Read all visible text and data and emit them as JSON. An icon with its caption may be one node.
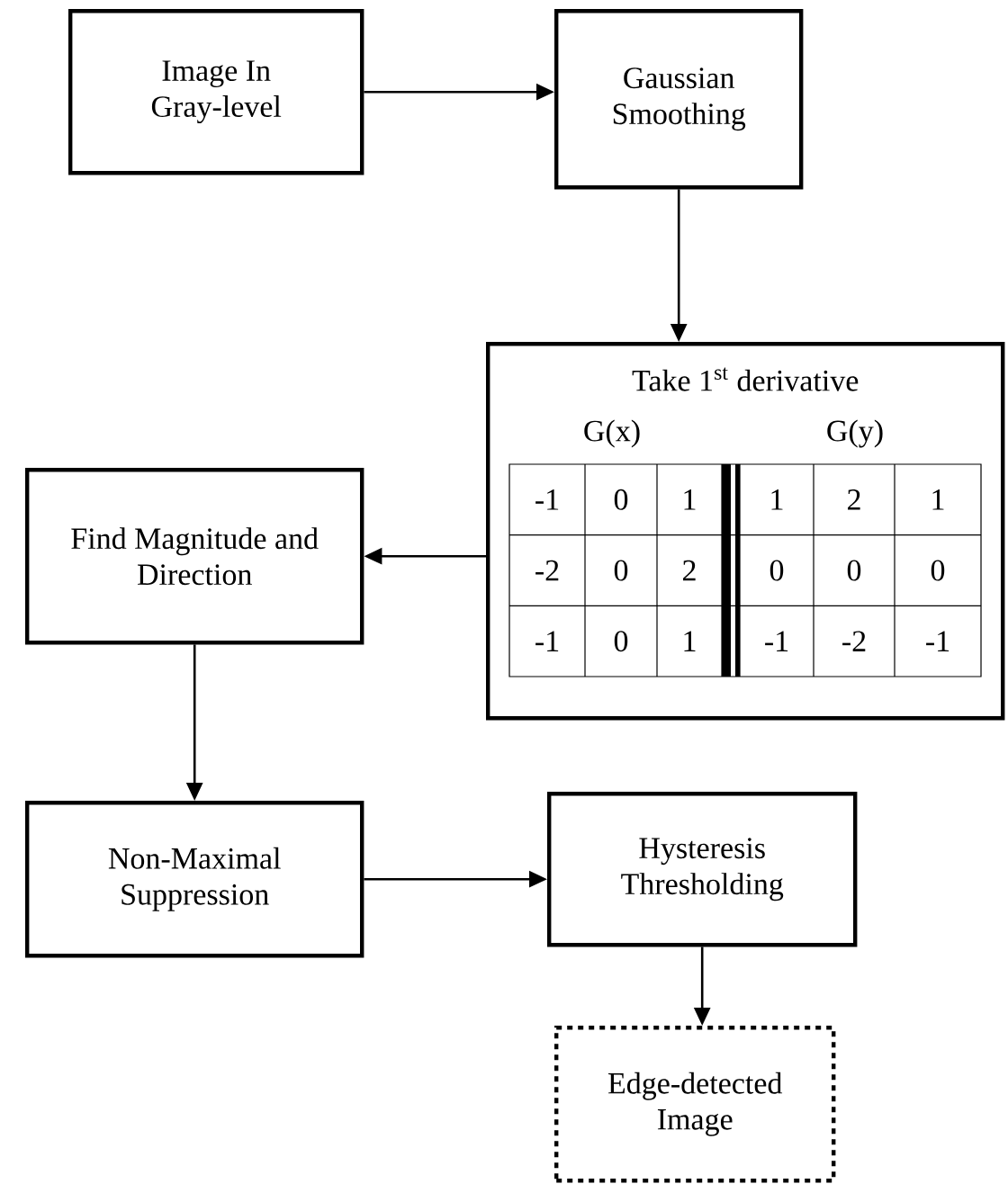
{
  "diagram": {
    "nodes": [
      {
        "text": [
          "Image In Gray-level"
        ]
      },
      {
        "text": [
          "Gaussian Smoothing"
        ]
      },
      {
        "text": [
          "Take 1$^{st}$ derivative"
        ]
      },
      {
        "text": [
          "Find Magnitude and Direction"
        ]
      },
      {
        "text": [
          "Non-Maximal Suppression"
        ]
      },
      {
        "text": [
          "Hysteresis Thresholding"
        ]
      },
      {
        "text": [
          "Edge-detected Image"
        ]
      }
    ],
    "edges": [
      {
        "from": 0,
        "to": 1,
        "arrow": "to"
      },
      {
        "from": 1,
        "to": 2,
        "arrow": "to"
      },
      {
        "from": 2,
        "to": 3,
        "arrow": "to"
      },
      {
        "from": 3,
        "to": 4,
        "arrow": "to"
      },
      {
        "from": 4,
        "to": 5,
        "arrow": "to"
      },
      {
        "from": 5,
        "to": 6,
        "arrow": "to"
      }
    ],
    "labels": [
      "G(x)",
      "G(y)",
      "-1",
      "0",
      "1",
      "1",
      "2",
      "1",
      "-2",
      "0",
      "2",
      "0",
      "0",
      "0",
      "-1",
      "0",
      "1",
      "-1",
      "-2",
      "-1"
    ]
  }
}
